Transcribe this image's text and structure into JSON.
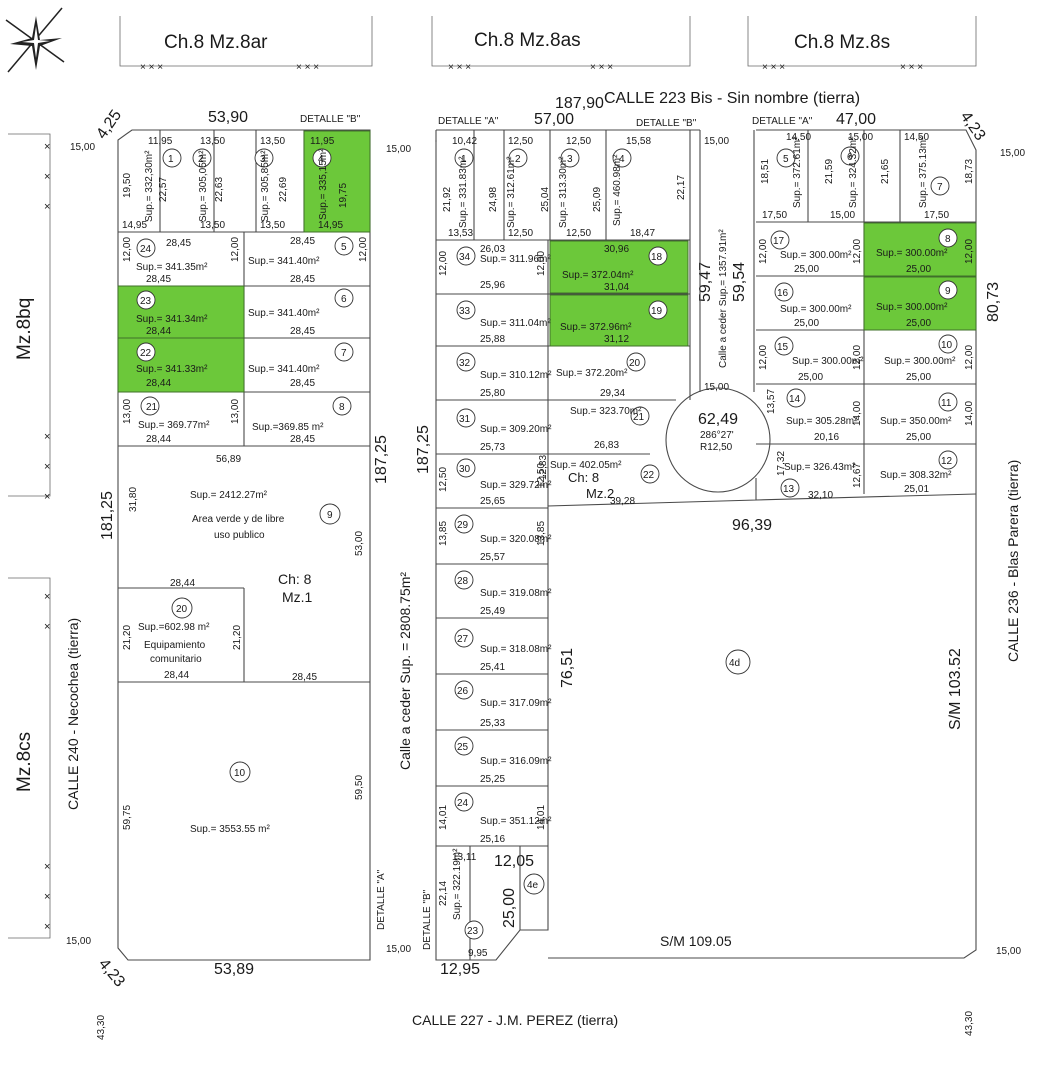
{
  "map": {
    "neighbors_top": [
      "Ch.8  Mz.8ar",
      "Ch.8  Mz.8as",
      "Ch.8  Mz.8s"
    ],
    "streets": {
      "top": "CALLE 223 Bis - Sin nombre (tierra)",
      "bottom": "CALLE 227 - J.M. PEREZ (tierra)",
      "left": "CALLE 240 - Necochea (tierra)",
      "right": "CALLE 236 - Blas Parera (tierra)",
      "mid_vertical": "Calle a ceder Sup. = 2808.75m²",
      "cul_de_sac": "Calle a ceder Sup.= 1357.91m²"
    },
    "neighbors_left": [
      "Mz.8bq",
      "Mz.8cs"
    ],
    "dimensions": {
      "top_total": "187,90",
      "top_left": "53,90",
      "top_mid": "57,00",
      "top_right": "47,00",
      "left_side": "181,25",
      "mid_left": "187,25",
      "mid_right": "187,25",
      "right_side": "80,73",
      "bottom_left": "53,89",
      "bottom_mid": "12,95",
      "cul_59_47": "59,47",
      "cul_59_54": "59,54",
      "cul_62_49": "62,49",
      "cul_96_39": "96,39",
      "left_76_51": "76,51",
      "v_25_00": "25,00",
      "h_12_05": "12,05",
      "corner_4_25": "4,25",
      "corner_4_23": "4,23",
      "road_15": "15,00",
      "far_43_30": "43,30",
      "sm_103": "S/M 103.52",
      "sm_109": "S/M 109.05",
      "angle_286": "286°27'",
      "r_12_50": "R12,50"
    },
    "details": [
      "DETALLE \"B\"",
      "DETALLE \"A\"",
      "DETALLE \"B\"",
      "DETALLE \"A\"",
      "DETALLE \"A\"",
      "DETALLE \"B\""
    ],
    "block1": {
      "name": "Ch: 8",
      "sub": "Mz.1",
      "lots": [
        {
          "n": "1",
          "sup": "Sup.= 332,30m²"
        },
        {
          "n": "2",
          "sup": "Sup.= 305,05m²"
        },
        {
          "n": "3",
          "sup": "Sup.= 305,85m²"
        },
        {
          "n": "4",
          "sup": "Sup.= 335,15m²"
        },
        {
          "n": "5",
          "sup": "Sup.= 341.40m²"
        },
        {
          "n": "6",
          "sup": "Sup.= 341.40m²"
        },
        {
          "n": "7",
          "sup": "Sup.= 341.40m²"
        },
        {
          "n": "8",
          "sup": "Sup.=369.85 m²"
        },
        {
          "n": "24",
          "sup": "Sup.= 341.35m²"
        },
        {
          "n": "23",
          "sup": "Sup.= 341.34m²"
        },
        {
          "n": "22",
          "sup": "Sup.= 341.33m²"
        },
        {
          "n": "21",
          "sup": "Sup.= 369.77m²"
        },
        {
          "n": "9",
          "sup": "Sup.= 2412.27m²",
          "note": "Area verde y de libre",
          "note2": "uso publico"
        },
        {
          "n": "20",
          "sup": "Sup.=602.98 m²",
          "note": "Equipamiento",
          "note2": "comunitario"
        },
        {
          "n": "10",
          "sup": "Sup.= 3553.55 m²"
        }
      ]
    },
    "block2": {
      "name": "Ch: 8",
      "sub": "Mz.2",
      "lots": [
        {
          "n": "1",
          "sup": "Sup.= 331.83m²"
        },
        {
          "n": "2",
          "sup": "Sup.= 312.61m²"
        },
        {
          "n": "3",
          "sup": "Sup.= 313.30m²"
        },
        {
          "n": "4",
          "sup": "Sup.= 460.98m²"
        },
        {
          "n": "34",
          "sup": "Sup.= 311.96m²"
        },
        {
          "n": "33",
          "sup": "Sup.= 311.04m²"
        },
        {
          "n": "32",
          "sup": "Sup.= 310.12m²"
        },
        {
          "n": "31",
          "sup": "Sup.= 309.20m²"
        },
        {
          "n": "30",
          "sup": "Sup.= 329.72m²"
        },
        {
          "n": "18",
          "sup": "Sup.= 372.04m²"
        },
        {
          "n": "19",
          "sup": "Sup.= 372.96m²"
        },
        {
          "n": "20",
          "sup": "Sup.= 372.20m²"
        },
        {
          "n": "21",
          "sup": "Sup.= 323.70m²"
        },
        {
          "n": "22",
          "sup": "Sup.= 402.05m²"
        },
        {
          "n": "29",
          "sup": "Sup.= 320.08m²"
        },
        {
          "n": "28",
          "sup": "Sup.= 319.08m²"
        },
        {
          "n": "27",
          "sup": "Sup.= 318.08m²"
        },
        {
          "n": "26",
          "sup": "Sup.= 317.09m²"
        },
        {
          "n": "25",
          "sup": "Sup.= 316.09m²"
        },
        {
          "n": "24",
          "sup": "Sup.= 351.12m²"
        },
        {
          "n": "23",
          "sup": "Sup.= 322.19m²"
        },
        {
          "n": "4e",
          "sup": ""
        },
        {
          "n": "4d",
          "sup": ""
        }
      ]
    },
    "block3": {
      "lots": [
        {
          "n": "5",
          "sup": "Sup.= 372.61m²"
        },
        {
          "n": "6",
          "sup": "Sup.= 324.32m²"
        },
        {
          "n": "7",
          "sup": "Sup.= 375.13m²"
        },
        {
          "n": "17",
          "sup": "Sup.= 300.00m²"
        },
        {
          "n": "8",
          "sup": "Sup.= 300.00m²"
        },
        {
          "n": "16",
          "sup": "Sup.= 300.00m²"
        },
        {
          "n": "9",
          "sup": "Sup.= 300.00m²"
        },
        {
          "n": "15",
          "sup": "Sup.= 300.00m²"
        },
        {
          "n": "10",
          "sup": "Sup.= 300.00m²"
        },
        {
          "n": "14",
          "sup": "Sup.= 305.28m²"
        },
        {
          "n": "11",
          "sup": "Sup.= 350.00m²"
        },
        {
          "n": "13",
          "sup": "Sup.= 326.43m²"
        },
        {
          "n": "12",
          "sup": "Sup.= 308.32m²"
        }
      ]
    },
    "lot_dims": {
      "b1_top": [
        "11,95",
        "13,50",
        "13,50",
        "11,95"
      ],
      "b1_top_depth": [
        "22,57",
        "22,63",
        "22,69",
        "19,75"
      ],
      "b1_bottom": [
        "14,95",
        "13,50",
        "13,50",
        "14,95"
      ],
      "b1_left_w": "28,45",
      "b1_right_w": "28,45",
      "b1_12": "12,00",
      "b1_13": "13,00",
      "b1_5689": "56,89",
      "b1_3180": "31,80",
      "b1_5300": "53,00",
      "b1_2844": "28,44",
      "b1_2120": "21,20",
      "b1_2845": "28,45",
      "b1_5950": "59,50",
      "b1_5975": "59,75",
      "b1_1950": "19,50",
      "b2_top": [
        "10,42",
        "12,50",
        "12,50",
        "15,58"
      ],
      "b2_depth": [
        "21,92",
        "24,98",
        "25,04",
        "25,09",
        "22,17"
      ],
      "b2_bottom": [
        "13,53",
        "12,50",
        "12,50",
        "18,47"
      ],
      "b2_lefts": [
        "26,03",
        "25,96",
        "25,88",
        "25,80",
        "25,73",
        "25,65",
        "25,57",
        "25,49",
        "25,41",
        "25,33",
        "25,25",
        "25,16",
        "13,11"
      ],
      "b2_green": [
        "30,96",
        "31,04",
        "31,12"
      ],
      "b2_misc": [
        "29,34",
        "26,83",
        "39,28",
        "12,83",
        "12,50",
        "13,85",
        "14,01",
        "22,14",
        "9,95"
      ],
      "b3_top": [
        "14,50",
        "15,00",
        "14,50"
      ],
      "b3_depth": [
        "18,51",
        "21,59",
        "21,65",
        "18,73"
      ],
      "b3_bottom": [
        "17,50",
        "15,00",
        "17,50"
      ],
      "b3_w": "25,00",
      "b3_misc": [
        "20,16",
        "32,10",
        "25,01",
        "12,67",
        "17,32",
        "14,00",
        "13,57"
      ]
    }
  }
}
